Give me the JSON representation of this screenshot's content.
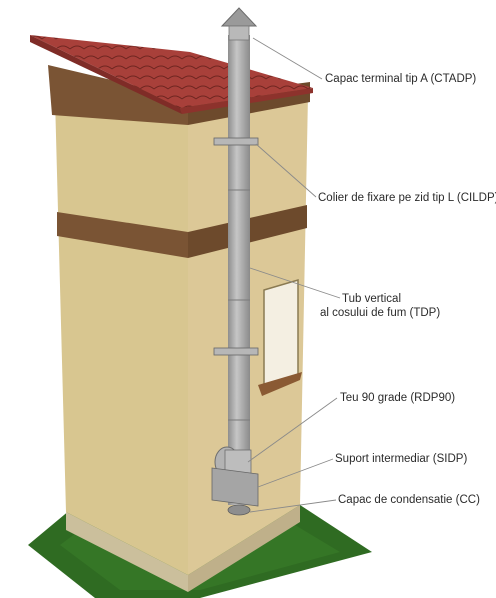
{
  "labels": {
    "ctadp": "Capac terminal tip A (CTADP)",
    "cildp": "Colier de fixare pe zid tip L (CILDP)",
    "tdp_line1": "Tub vertical",
    "tdp_line2": "al cosului de fum (TDP)",
    "rdp90": "Teu 90 grade (RDP90)",
    "sidp": "Suport intermediar (SIDP)",
    "cc": "Capac de condensatie (CC)"
  },
  "colors": {
    "roof": "#a33a33",
    "wall_light": "#dccb97",
    "wall_front": "#cdb986",
    "band": "#7a5434",
    "pipe": "#a9a9a9",
    "grass": "#2f6b22",
    "leader": "#888888"
  }
}
